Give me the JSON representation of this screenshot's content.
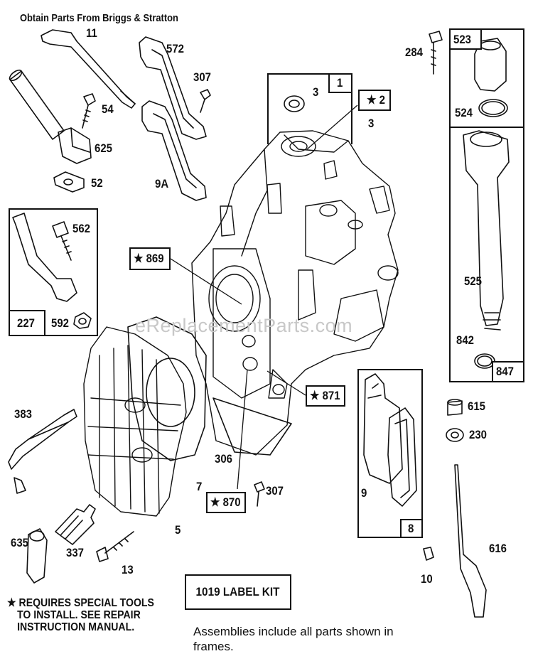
{
  "header": "Obtain Parts From Briggs & Stratton",
  "watermark": "eReplacementParts.com",
  "labels": {
    "p11": "11",
    "p572": "572",
    "p307a": "307",
    "p54": "54",
    "p625": "625",
    "p52": "52",
    "p9a": "9A",
    "p3a": "3",
    "p3b": "3",
    "p284": "284",
    "p524": "524",
    "p562": "562",
    "p592": "592",
    "p525": "525",
    "p842": "842",
    "p383": "383",
    "p306": "306",
    "p7": "7",
    "p307b": "307",
    "p5": "5",
    "p635": "635",
    "p337": "337",
    "p13": "13",
    "p9": "9",
    "p615": "615",
    "p230": "230",
    "p616": "616",
    "p10": "10"
  },
  "boxed": {
    "b1": "1",
    "b2": "★ 2",
    "b523": "523",
    "b227": "227",
    "b847": "847",
    "b869": "★ 869",
    "b871": "★ 871",
    "b870": "★ 870",
    "b8": "8"
  },
  "label_kit": "1019 LABEL KIT",
  "note": {
    "line1": "★ REQUIRES SPECIAL TOOLS",
    "line2": "TO INSTALL.  SEE REPAIR",
    "line3": "INSTRUCTION MANUAL."
  },
  "assemblies": "Assemblies include all parts shown in frames."
}
